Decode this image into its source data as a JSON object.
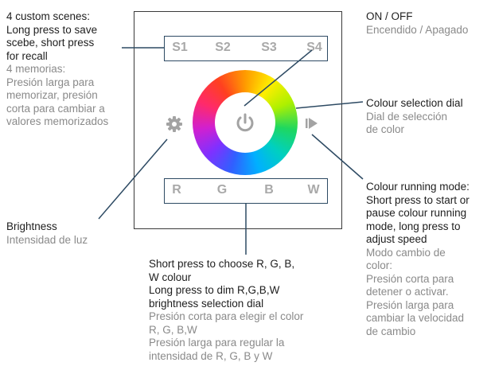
{
  "scenes_callout": {
    "en": [
      "4 custom scenes:",
      "Long press to save",
      "scebe, short press",
      "for recall"
    ],
    "es": [
      "4 memorias:",
      "Presión larga para",
      "memorizar, presión",
      "corta para cambiar a",
      "valores memorizados"
    ]
  },
  "power_callout": {
    "en": [
      "ON / OFF"
    ],
    "es": [
      "Encendido / Apagado"
    ]
  },
  "dial_callout": {
    "en": [
      "Colour selection dial"
    ],
    "es": [
      "Dial de selección",
      "de color"
    ]
  },
  "brightness_callout": {
    "en": [
      "Brightness"
    ],
    "es": [
      "Intensidad de luz"
    ]
  },
  "running_callout": {
    "en": [
      "Colour running mode:",
      "Short press to start or",
      "pause colour running",
      "mode, long press to",
      "adjust speed"
    ],
    "es": [
      "Modo cambio de",
      "color:",
      "Presión corta para",
      "detener o activar.",
      "Presión larga para",
      "cambiar la velocidad",
      "de cambio"
    ]
  },
  "rgbw_callout": {
    "en": [
      "Short press to choose R, G, B,",
      "W colour",
      "Long press to dim R,G,B,W",
      "brightness selection dial"
    ],
    "es": [
      "Presión corta para elegir el color",
      "R, G, B,W",
      "Presión larga para regular la",
      "intensidad de R, G, B y W"
    ]
  },
  "scene_buttons": [
    "S1",
    "S2",
    "S3",
    "S4"
  ],
  "channel_buttons": [
    "R",
    "G",
    "B",
    "W"
  ],
  "icons": {
    "brightness": "gear-icon",
    "power": "power-icon",
    "running": "play-pause-icon"
  },
  "colors": {
    "line": "#2d4a63",
    "button_text": "#a9a9a9",
    "icon": "#a3a3a3",
    "spanish_text": "#8a8a8a"
  }
}
